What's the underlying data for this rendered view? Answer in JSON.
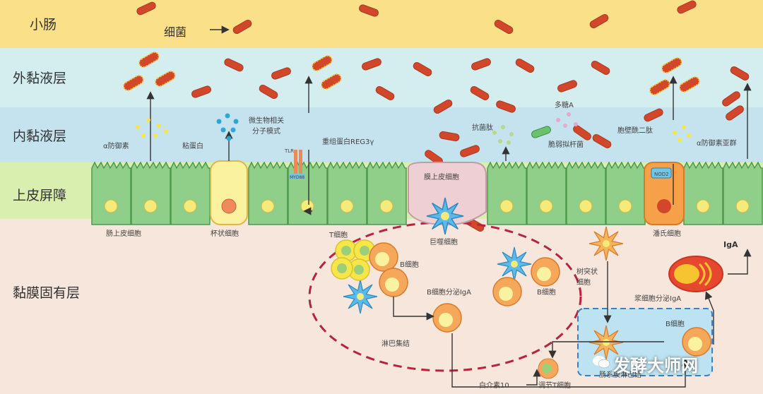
{
  "layers": {
    "small_intestine": "小肠",
    "outer_mucus": "外黏液层",
    "inner_mucus": "内黏液层",
    "epithelial_barrier": "上皮屏障",
    "lamina_propria": "黏膜固有层"
  },
  "labels": {
    "bacteria": "细菌",
    "alpha_defensin_left": "α防御素",
    "mucin": "粘蛋白",
    "mamps": "微生物相关\n分子模式",
    "tlr": "TLR",
    "myd88": "MYD88",
    "reg3y": "重组蛋白REG3γ",
    "antimicrobial_peptide": "抗菌肽",
    "polysaccharide_a": "多糖A",
    "bacteroides_fragilis": "脆弱拟杆菌",
    "muramyl_dipeptide": "胞壁酰二肽",
    "alpha_defensin_right": "α防御素亚群",
    "nod2": "NOD2",
    "enterocyte": "肠上皮细胞",
    "goblet_cell": "杯状细胞",
    "m_cell": "膜上皮细胞",
    "macrophage": "巨噬细胞",
    "paneth_cell": "潘氏细胞",
    "t_cell": "T细胞",
    "b_cell_1": "B细胞",
    "b_cell_2": "B细胞",
    "b_cell_3": "B细胞",
    "b_cell_iga": "B细胞分泌IgA",
    "peyer_patch": "淋巴集结",
    "dendritic_cell": "树突状\n细胞",
    "plasma_cell_iga": "浆细胞分泌IgA",
    "iga": "IgA",
    "mln": "肠系膜淋巴结",
    "treg": "调节T细胞",
    "il10": "白介素10"
  },
  "watermark": "发酵大师网",
  "colors": {
    "small_intestine": "#fbe08a",
    "outer_mucus": "#d4eef0",
    "inner_mucus": "#c3e2ee",
    "epithelium": "#d9efb0",
    "lamina": "#f7e6dc",
    "bacteria": "#d2472a",
    "cell_green": "#8fcf8a",
    "nucleus": "#f6ea7a",
    "dashed": "#b8233e"
  }
}
